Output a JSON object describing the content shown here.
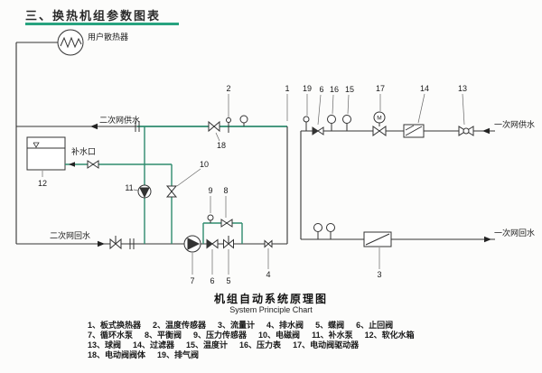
{
  "title": "三、换热机组参数图表",
  "colors": {
    "pipe_green": "#2e8b6e",
    "title_underline_green": "#27a37f",
    "pipe_black": "#333333",
    "background": "#fcfcfb"
  },
  "diagram": {
    "labels": {
      "radiator": "用户散热器",
      "makeup_port": "补水口",
      "secondary_supply": "二次网供水",
      "secondary_return": "二次网回水",
      "primary_supply": "一次网供水",
      "primary_return": "一次网回水"
    },
    "motor_label": "M",
    "callouts": {
      "c1": "1",
      "c2": "2",
      "c3": "3",
      "c4": "4",
      "c5": "5",
      "c6": "6",
      "c7": "7",
      "c8": "8",
      "c9": "9",
      "c10": "10",
      "c11": "11",
      "c12": "12",
      "c13": "13",
      "c14": "14",
      "c15": "15",
      "c16": "16",
      "c17": "17",
      "c18": "18",
      "c19": "19"
    }
  },
  "caption": {
    "zh": "机组自动系统原理图",
    "en": "System Principle Chart"
  },
  "legend": {
    "rows": [
      [
        "1、板式换热器",
        "2、温度传感器",
        "3、流量计",
        "4、排水阀",
        "5、蝶阀",
        "6、止回阀"
      ],
      [
        "7、循环水泵",
        "8、平衡阀",
        "9、压力传感器",
        "10、电磁阀",
        "11、补水泵",
        "12、软化水箱"
      ],
      [
        "13、球阀",
        "14、过滤器",
        "15、温度计",
        "16、压力表",
        "17、电动阀驱动器"
      ],
      [
        "18、电动阀阀体",
        "19、排气阀"
      ]
    ]
  }
}
